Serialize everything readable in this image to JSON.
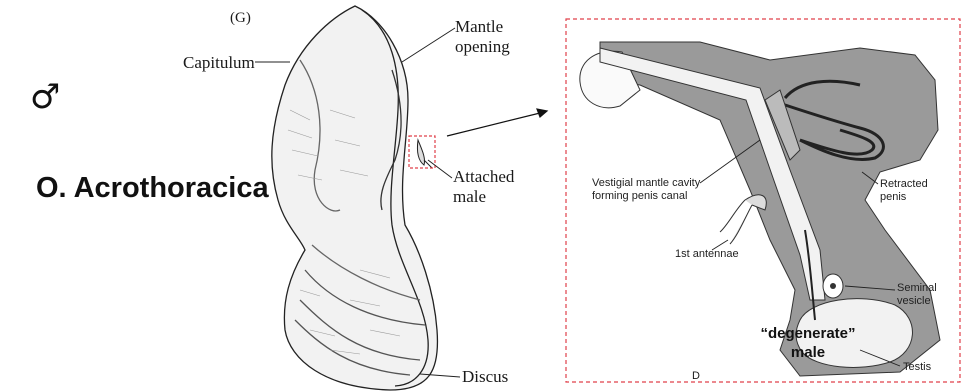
{
  "symbol": "♂",
  "order_name": "O. Acrothoracica",
  "figure_letter": "(G)",
  "left_labels": {
    "capitulum": "Capitulum",
    "mantle_1": "Mantle",
    "mantle_2": "opening",
    "attached_1": "Attached",
    "attached_2": "male",
    "discus": "Discus"
  },
  "right_labels": {
    "vestigial_1": "Vestigial mantle cavity",
    "vestigial_2": "forming penis canal",
    "retracted_1": "Retracted",
    "retracted_2": "penis",
    "antennae": "1st antennae",
    "seminal_1": "Seminal",
    "seminal_2": "vesicle",
    "testis": "Testis",
    "panel_letter": "D",
    "degenerate_1": "“degenerate”",
    "degenerate_2": "male"
  },
  "colors": {
    "dashed_box": "#e0404a",
    "body_fill": "#9a9a9a",
    "ink": "#1a1a1a"
  }
}
